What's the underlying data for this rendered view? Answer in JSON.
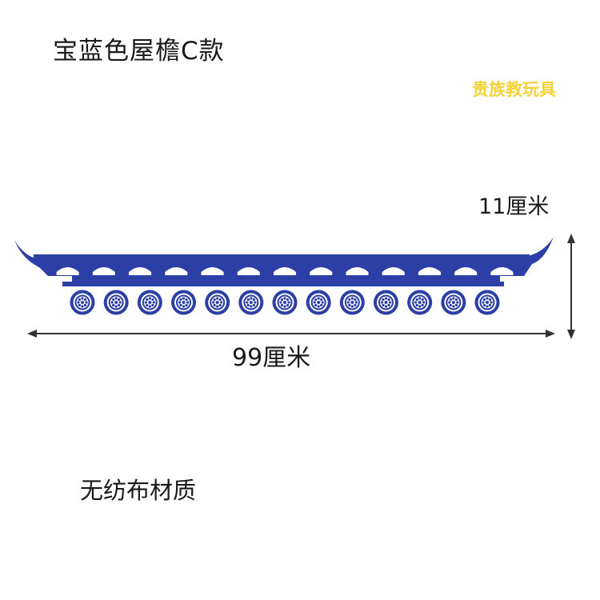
{
  "title": "宝蓝色屋檐C款",
  "watermark": "贵族教玩具",
  "dimensions": {
    "height": "11厘米",
    "width": "99厘米"
  },
  "material": "无纺布材质",
  "colors": {
    "eave_blue": "#2c3fa6",
    "watermark_yellow": "#f3d23a",
    "text": "#1a1a1a"
  },
  "product": {
    "arch_count": 13,
    "tile_count": 13
  }
}
